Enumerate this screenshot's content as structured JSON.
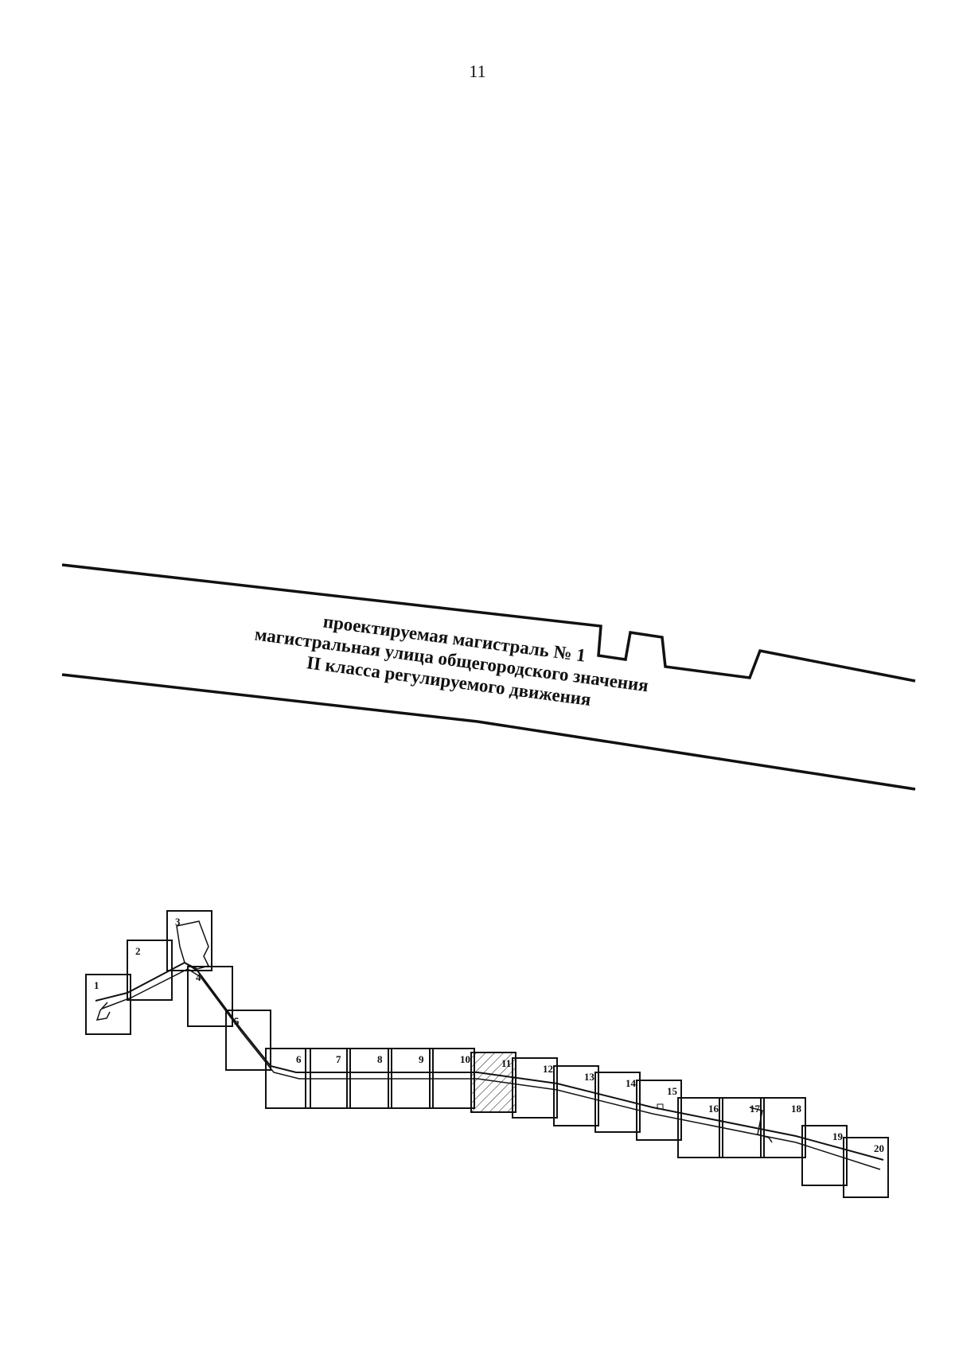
{
  "page": {
    "number": "11"
  },
  "street": {
    "line1": "проектируемая магистраль № 1",
    "line2": "магистральная улица общегородского значения",
    "line3": "II класса регулируемого движения"
  },
  "index_map": {
    "sheets": [
      {
        "label": "1",
        "hatched": false
      },
      {
        "label": "2",
        "hatched": false
      },
      {
        "label": "3",
        "hatched": false
      },
      {
        "label": "4",
        "hatched": false
      },
      {
        "label": "5",
        "hatched": false
      },
      {
        "label": "6",
        "hatched": false
      },
      {
        "label": "7",
        "hatched": false
      },
      {
        "label": "8",
        "hatched": false
      },
      {
        "label": "9",
        "hatched": false
      },
      {
        "label": "10",
        "hatched": false
      },
      {
        "label": "11",
        "hatched": true
      },
      {
        "label": "12",
        "hatched": false
      },
      {
        "label": "13",
        "hatched": false
      },
      {
        "label": "14",
        "hatched": false
      },
      {
        "label": "15",
        "hatched": false
      },
      {
        "label": "16",
        "hatched": false
      },
      {
        "label": "17",
        "hatched": false
      },
      {
        "label": "18",
        "hatched": false
      },
      {
        "label": "19",
        "hatched": false
      },
      {
        "label": "20",
        "hatched": false
      }
    ]
  }
}
